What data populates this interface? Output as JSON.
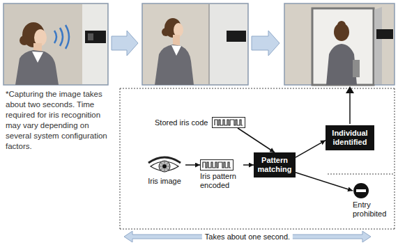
{
  "diagram": {
    "nodes": [
      {
        "text": [
          "Stored iris code"
        ]
      },
      {
        "text": [
          "Iris image"
        ]
      },
      {
        "text": [
          "Iris pattern encoded"
        ]
      },
      {
        "text": [
          "Pattern matching"
        ]
      },
      {
        "text": [
          "Individual identified"
        ]
      },
      {
        "text": [
          "Entry prohibited"
        ]
      }
    ],
    "edges": [
      {
        "from": 1,
        "to": 2,
        "arrow": "to"
      },
      {
        "from": 2,
        "to": 3,
        "arrow": "to"
      },
      {
        "from": 0,
        "to": 3,
        "arrow": "to"
      },
      {
        "from": 3,
        "to": 4,
        "arrow": "to"
      },
      {
        "from": 3,
        "to": 5,
        "arrow": "to"
      }
    ],
    "labels": [
      "*Capturing the image takes about two seconds. Time required for iris recognition may vary depending on several system configuration factors.",
      "Takes about one second."
    ]
  }
}
